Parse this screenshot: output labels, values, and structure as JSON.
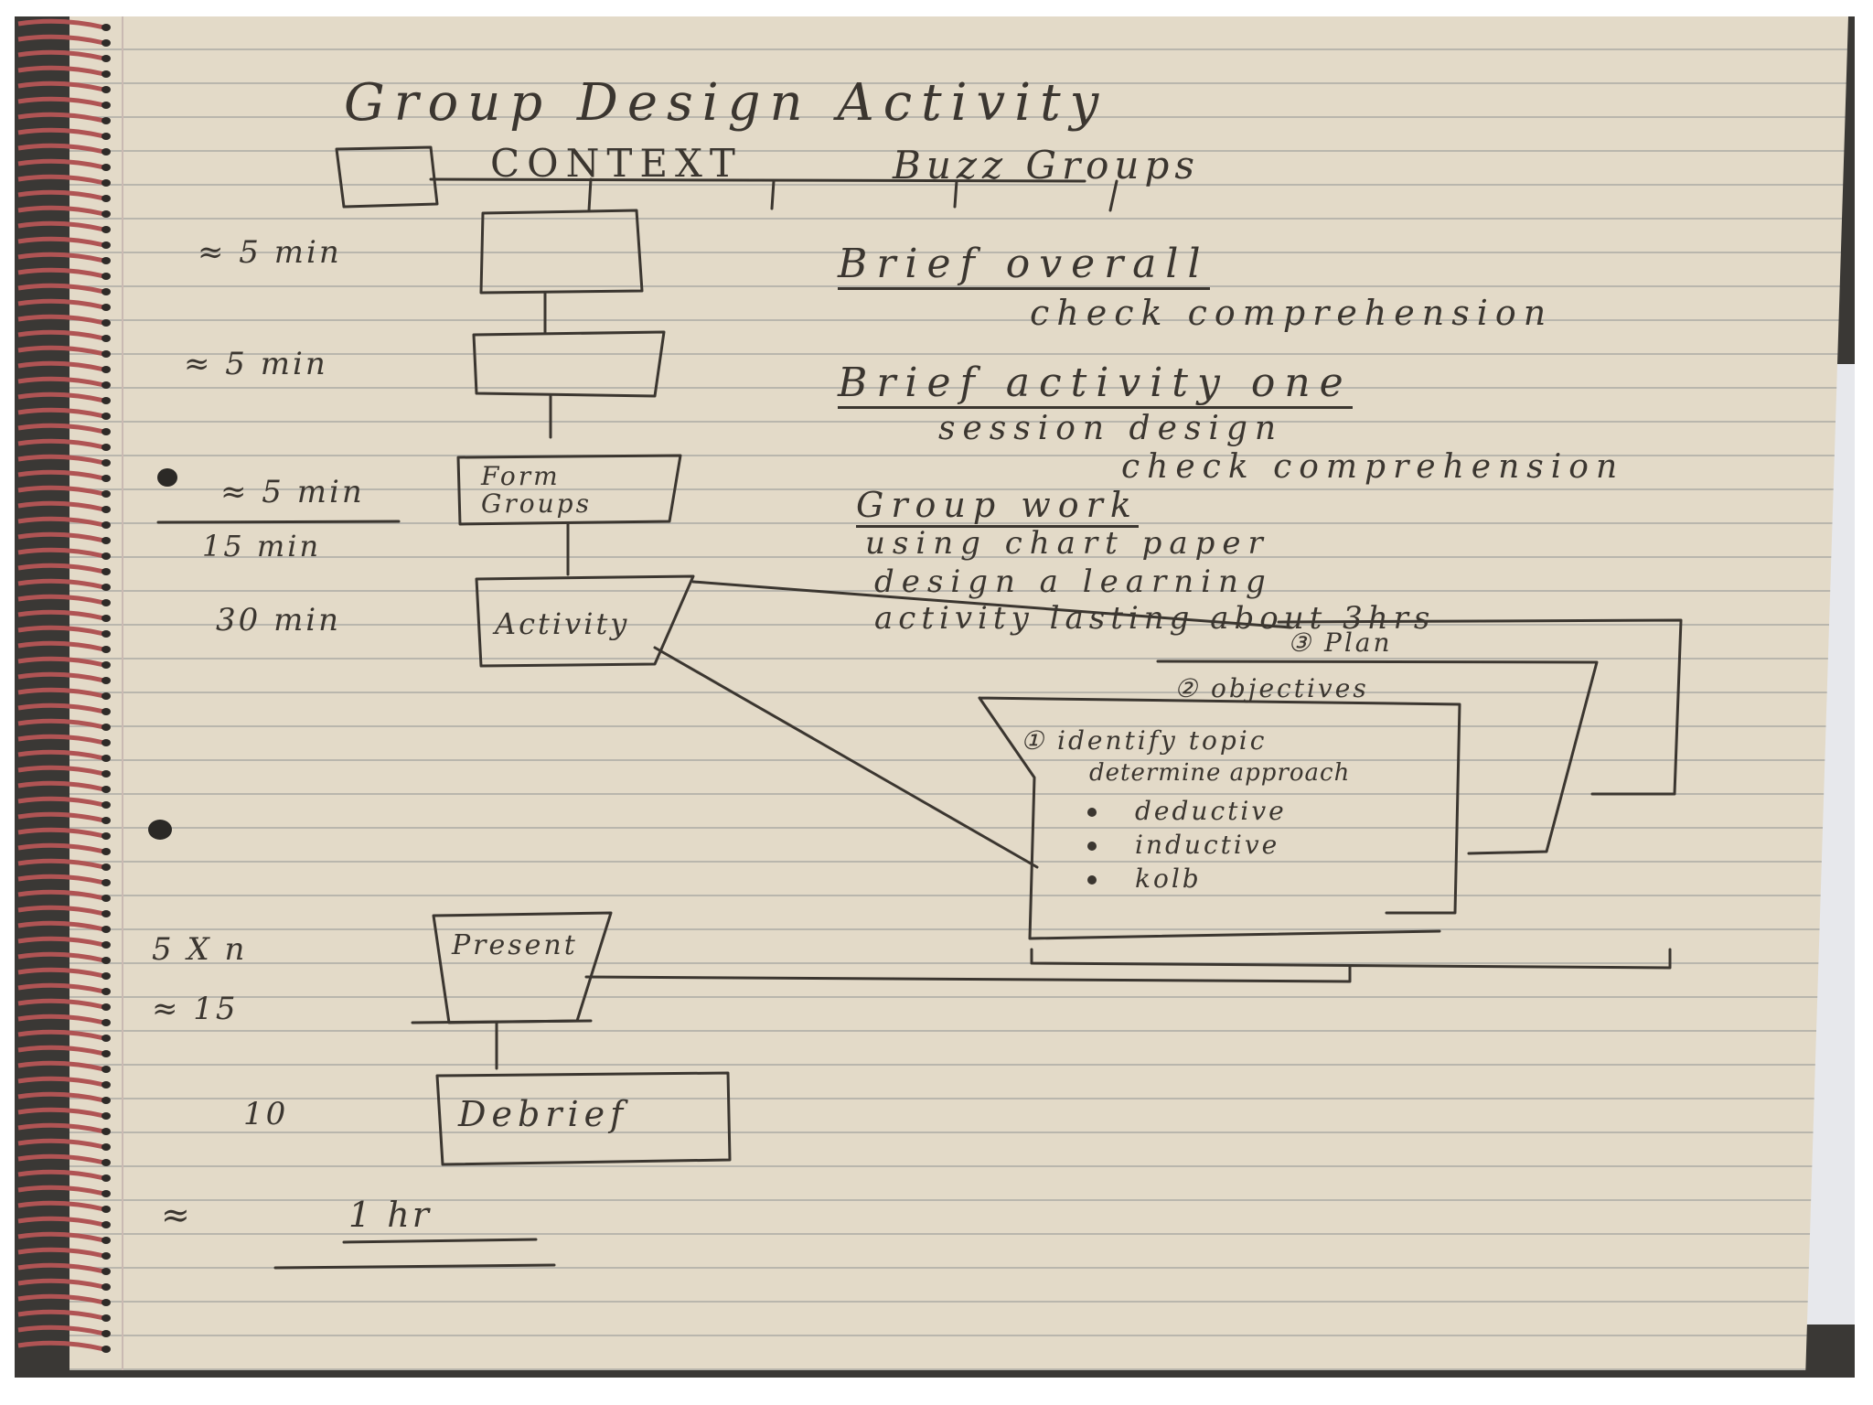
{
  "title": "Group Design Activity",
  "header_labels": {
    "context": "CONTEXT",
    "buzz_groups": "Buzz Groups"
  },
  "steps": [
    {
      "time": "≈ 5 min",
      "box_label": "",
      "note_title": "Brief overall",
      "note_lines": [
        "check comprehension"
      ]
    },
    {
      "time": "≈ 5 min",
      "box_label": "",
      "note_title": "Brief activity one",
      "note_lines": [
        "session design",
        "check comprehension"
      ]
    },
    {
      "time": "≈ 5 min",
      "box_label": "Form Groups",
      "note_title": "Group work",
      "note_lines": [
        "using chart paper",
        "design a learning",
        "activity lasting about 3hrs"
      ]
    },
    {
      "time": "30 min",
      "box_label": "Activity",
      "note_title": "",
      "note_lines": []
    },
    {
      "time": "≈ 15",
      "box_label": "Present",
      "note_title": "",
      "note_lines": []
    },
    {
      "time": "10",
      "box_label": "Debrief",
      "note_title": "",
      "note_lines": []
    }
  ],
  "subtotal": "15 min",
  "present_count": "5 X n",
  "total": {
    "prefix": "≈",
    "value": "1 hr"
  },
  "activity_sheets": [
    {
      "label": "③ Plan"
    },
    {
      "label": "② objectives"
    },
    {
      "label": "① identify topic",
      "lines": [
        "determine approach"
      ],
      "bullets": [
        "deductive",
        "inductive",
        "kolb"
      ]
    }
  ],
  "colors": {
    "paper": "#e3dac8",
    "rule_lines": "#b9b6ad",
    "ink": "#3b3630",
    "spiral": "#b05454"
  }
}
